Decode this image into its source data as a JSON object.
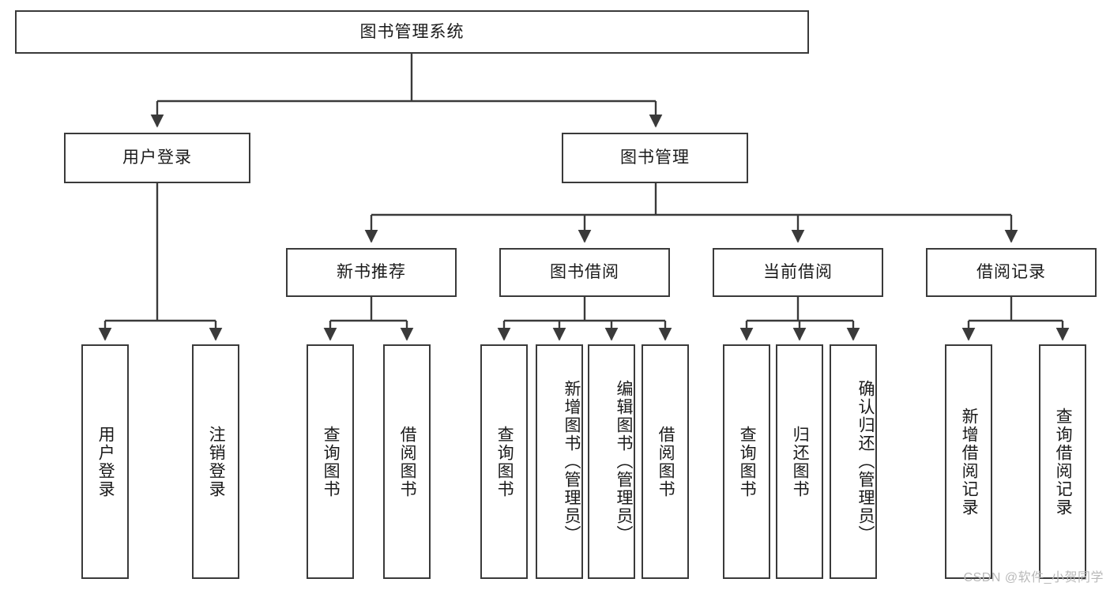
{
  "diagram": {
    "title_node": {
      "label": "图书管理系统"
    },
    "level2": [
      {
        "key": "user-login",
        "label": "用户登录"
      },
      {
        "key": "book-manage",
        "label": "图书管理"
      }
    ],
    "level3": [
      {
        "key": "new-book-recommend",
        "label": "新书推荐"
      },
      {
        "key": "book-borrow",
        "label": "图书借阅"
      },
      {
        "key": "current-borrow",
        "label": "当前借阅"
      },
      {
        "key": "borrow-record",
        "label": "借阅记录"
      }
    ],
    "leaves": {
      "user_login": [
        {
          "key": "leaf-user-login",
          "label": "用户登录"
        },
        {
          "key": "leaf-logout-login",
          "label": "注销登录"
        }
      ],
      "new_book_recommend": [
        {
          "key": "leaf-query-book-1",
          "label": "查询图书"
        },
        {
          "key": "leaf-borrow-book-1",
          "label": "借阅图书"
        }
      ],
      "book_borrow": [
        {
          "key": "leaf-query-book-2",
          "label": "查询图书"
        },
        {
          "key": "leaf-add-book",
          "label": "新增图书（管理员）"
        },
        {
          "key": "leaf-edit-book",
          "label": "编辑图书（管理员）"
        },
        {
          "key": "leaf-borrow-book-2",
          "label": "借阅图书"
        }
      ],
      "current_borrow": [
        {
          "key": "leaf-query-book-3",
          "label": "查询图书"
        },
        {
          "key": "leaf-return-book",
          "label": "归还图书"
        },
        {
          "key": "leaf-confirm-return",
          "label": "确认归还（管理员）"
        }
      ],
      "borrow_record": [
        {
          "key": "leaf-add-borrow-record",
          "label": "新增借阅记录"
        },
        {
          "key": "leaf-query-borrow-record",
          "label": "查询借阅记录"
        }
      ]
    }
  },
  "watermark": {
    "text": "CSDN @软件_小贺同学"
  },
  "colors": {
    "border": "#3a3a3a",
    "text": "#1a1a1a",
    "background": "#ffffff",
    "watermark": "#b9b9b9"
  }
}
